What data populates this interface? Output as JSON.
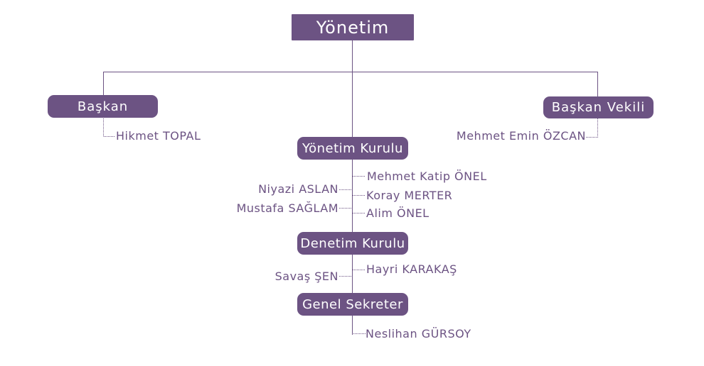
{
  "colors": {
    "accent": "#6c5383",
    "line": "#6c5383",
    "text_on_accent": "#ffffff"
  },
  "root": {
    "label": "Yönetim"
  },
  "branches": {
    "baskan": {
      "label": "Başkan",
      "member": "Hikmet TOPAL"
    },
    "baskan_vekili": {
      "label": "Başkan Vekili",
      "member": "Mehmet Emin ÖZCAN"
    }
  },
  "yonetim_kurulu": {
    "label": "Yönetim Kurulu",
    "members_right": [
      "Mehmet Katip ÖNEL",
      "Koray MERTER",
      "Alim ÖNEL"
    ],
    "members_left": [
      "Niyazi ASLAN",
      "Mustafa SAĞLAM"
    ]
  },
  "denetim_kurulu": {
    "label": "Denetim Kurulu",
    "members_right": [
      "Hayri KARAKAŞ"
    ],
    "members_left": [
      "Savaş ŞEN"
    ]
  },
  "genel_sekreter": {
    "label": "Genel Sekreter",
    "members_right": [
      "Neslihan GÜRSOY"
    ]
  }
}
